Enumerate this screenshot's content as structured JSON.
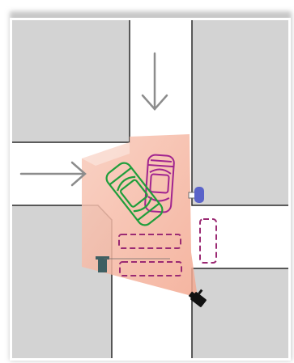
{
  "scene": {
    "type": "traffic-intersection-diagram",
    "colors": {
      "background": "#ffffff",
      "frame_shadow": "#c9c9c9",
      "block_fill": "#d3d3d3",
      "road_fill": "#ffffff",
      "road_edge": "#2a2a2a",
      "arrow": "#8c8c8c",
      "camera_view_fill": "#f6b8a4",
      "vehicle_green": "#1f9e3b",
      "vehicle_magenta": "#a1248f",
      "parking_dashed": "#9b2a73",
      "sensor_blue": "#5a63c9",
      "pole_marker": "#3f5f62",
      "camera": "#111111"
    },
    "arrows": [
      {
        "name": "southbound-traffic-arrow",
        "direction": "down"
      },
      {
        "name": "eastbound-traffic-arrow",
        "direction": "right"
      }
    ],
    "vehicles": [
      {
        "name": "green-vehicle",
        "color_key": "vehicle_green",
        "heading": "southeast"
      },
      {
        "name": "magenta-vehicle",
        "color_key": "vehicle_magenta",
        "heading": "south"
      }
    ],
    "parking_spots": [
      {
        "name": "parking-spot-horizontal-1",
        "orientation": "horizontal"
      },
      {
        "name": "parking-spot-horizontal-2",
        "orientation": "horizontal"
      },
      {
        "name": "parking-spot-vertical-1",
        "orientation": "vertical"
      }
    ],
    "devices": [
      {
        "name": "camera-icon",
        "kind": "camera"
      },
      {
        "name": "sensor-icon",
        "kind": "sensor"
      },
      {
        "name": "pole-marker-icon",
        "kind": "pole"
      }
    ]
  }
}
